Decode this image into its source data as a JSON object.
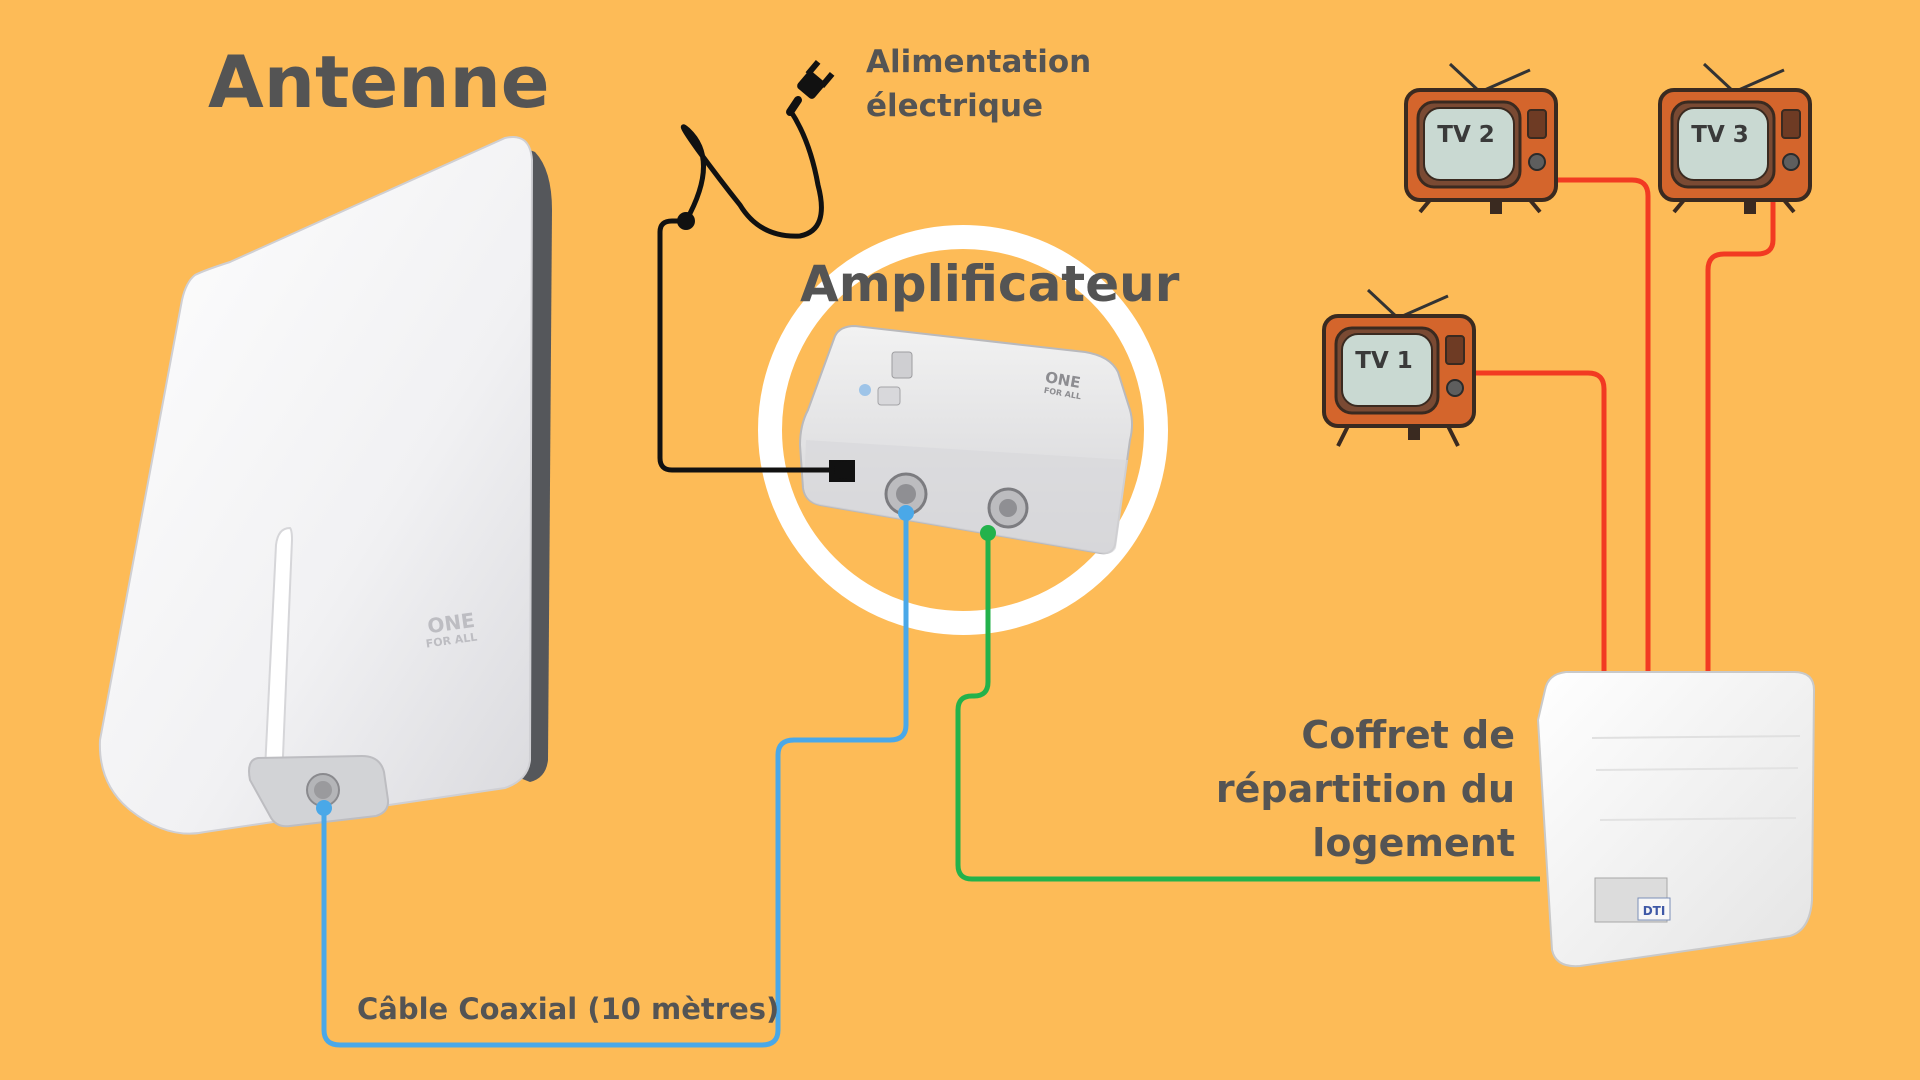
{
  "titles": {
    "antenne": "Antenne",
    "amplificateur": "Amplificateur"
  },
  "power": {
    "line1": "Alimentation",
    "line2": "électrique"
  },
  "cable_label": "Câble Coaxial (10 mètres)",
  "coffret": {
    "line1": "Coffret de",
    "line2": "répartition du",
    "line3": "logement",
    "badge": "DTI"
  },
  "tvs": [
    {
      "label": "TV 1"
    },
    {
      "label": "TV 2"
    },
    {
      "label": "TV 3"
    }
  ],
  "branding": {
    "antenna_logo_line1": "ONE",
    "antenna_logo_line2": "FOR ALL",
    "amp_logo_line1": "ONE",
    "amp_logo_line2": "FOR ALL"
  },
  "colors": {
    "background": "#FDBB57",
    "text": "#545454",
    "coax_antenna_to_amp": "#4AA8E8",
    "coax_amp_to_coffret": "#23B24B",
    "coax_coffret_to_tv": "#F23A22",
    "power_cable": "#111111",
    "amp_ring": "#FFFFFF"
  }
}
